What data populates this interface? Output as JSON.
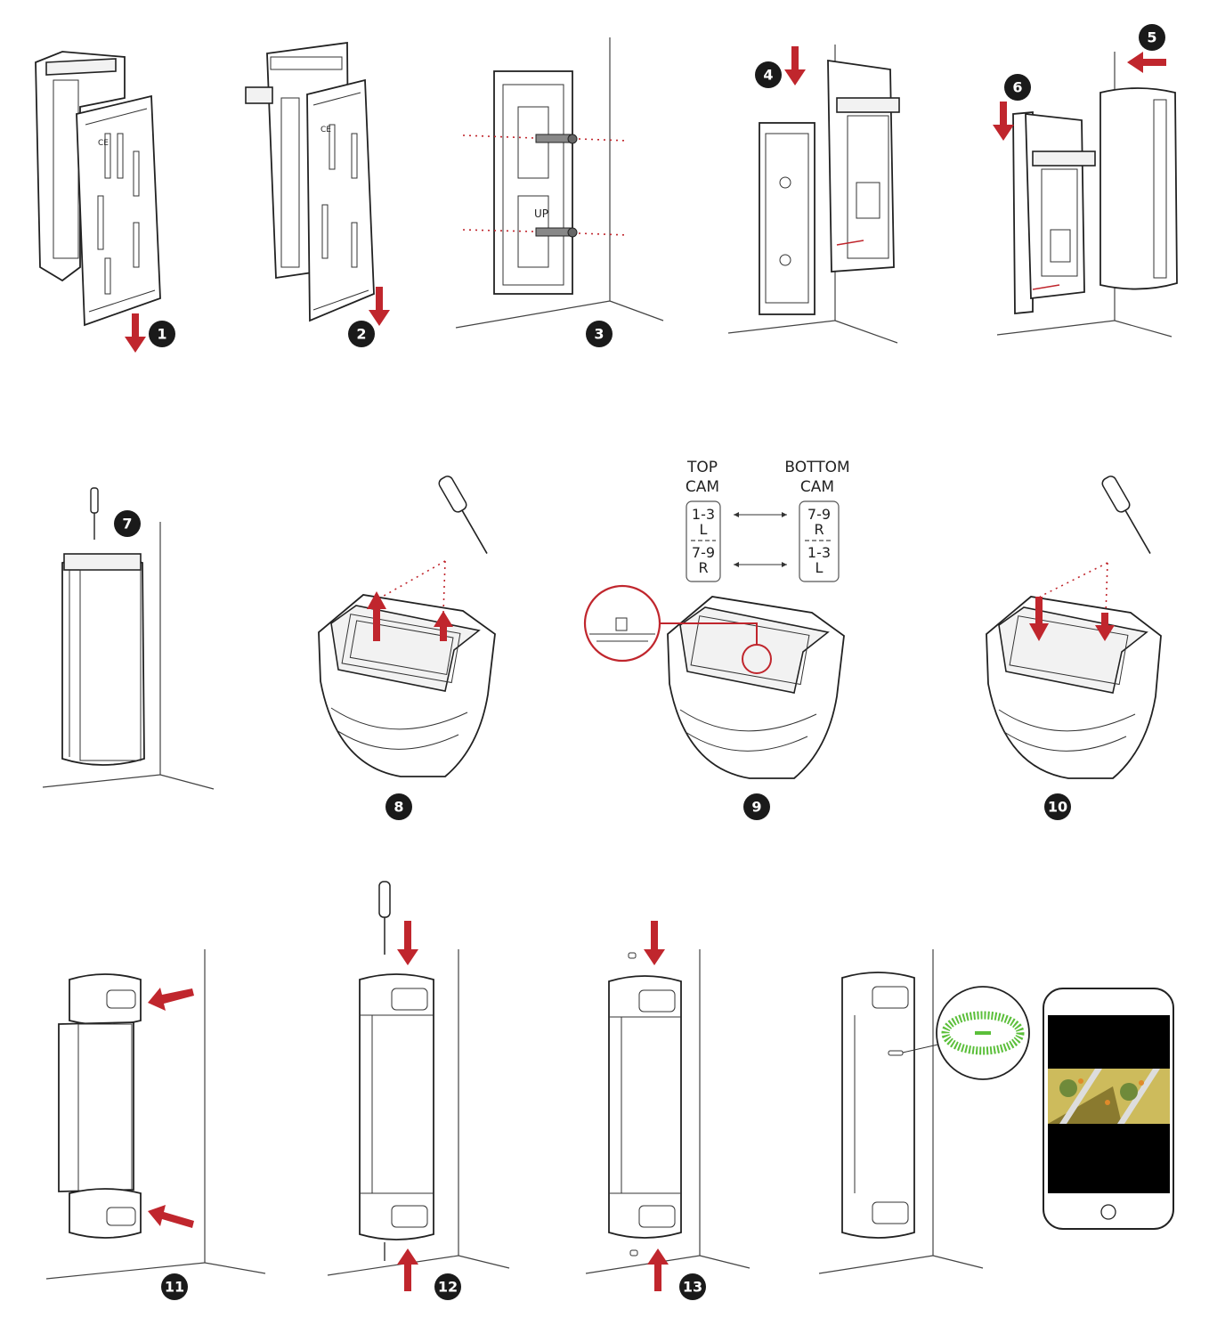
{
  "steps": [
    {
      "number": "1"
    },
    {
      "number": "2"
    },
    {
      "number": "3"
    },
    {
      "number": "4"
    },
    {
      "number": "5"
    },
    {
      "number": "6"
    },
    {
      "number": "7"
    },
    {
      "number": "8"
    },
    {
      "number": "9"
    },
    {
      "number": "10"
    },
    {
      "number": "11"
    },
    {
      "number": "12"
    },
    {
      "number": "13"
    }
  ],
  "mounting_labels": {
    "top_cam": [
      "TOP",
      "CAM"
    ],
    "bottom_cam": [
      "BOTTOM",
      "CAM"
    ],
    "top_settings": [
      "1-3",
      "L",
      "7-9",
      "R"
    ],
    "bottom_settings": [
      "7-9",
      "R",
      "1-3",
      "L"
    ]
  },
  "device_marks": {
    "plate_label": "UP"
  },
  "colors": {
    "accent": "#c0262d",
    "ink": "#1a1a1a",
    "led": "#5bbf3a"
  }
}
